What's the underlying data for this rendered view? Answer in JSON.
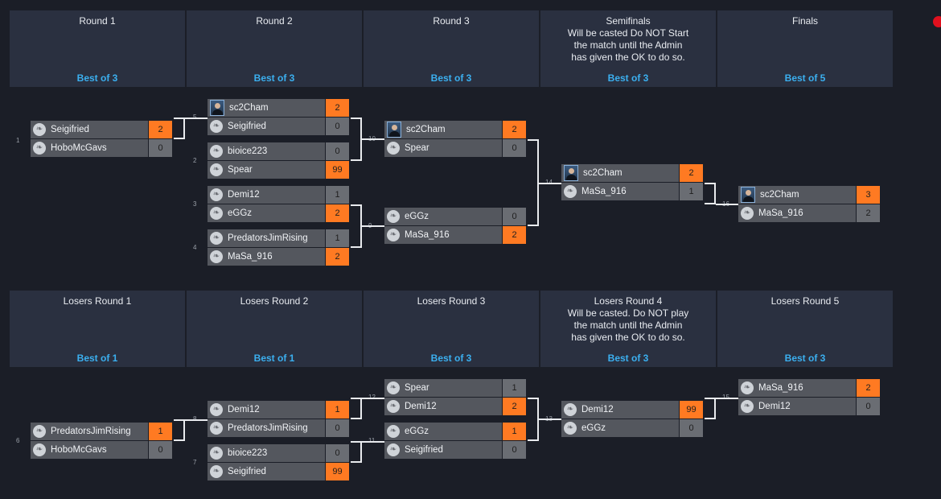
{
  "winners_headers": [
    {
      "title": "Round 1",
      "bo": "Best of 3"
    },
    {
      "title": "Round 2",
      "bo": "Best of 3"
    },
    {
      "title": "Round 3",
      "bo": "Best of 3"
    },
    {
      "title": "Semifinals\nWill be casted Do NOT Start\nthe match until the Admin\nhas given the OK to do so.",
      "bo": "Best of 3"
    },
    {
      "title": "Finals",
      "bo": "Best of 5"
    }
  ],
  "losers_headers": [
    {
      "title": "Losers Round 1",
      "bo": "Best of 1"
    },
    {
      "title": "Losers Round 2",
      "bo": "Best of 1"
    },
    {
      "title": "Losers Round 3",
      "bo": "Best of 3"
    },
    {
      "title": "Losers Round 4\nWill be casted. Do NOT play\nthe match until the Admin\nhas given the OK to do so.",
      "bo": "Best of 3"
    },
    {
      "title": "Losers Round 5",
      "bo": "Best of 3"
    }
  ],
  "matches": [
    {
      "num": "1",
      "p": [
        {
          "name": "Seigifried",
          "score": "2",
          "win": true,
          "icon": "race-icon"
        },
        {
          "name": "HoboMcGavs",
          "score": "0",
          "icon": "race-icon"
        }
      ]
    },
    {
      "num": "5",
      "p": [
        {
          "name": "sc2Cham",
          "score": "2",
          "win": true,
          "icon": "player-avatar"
        },
        {
          "name": "Seigifried",
          "score": "0",
          "icon": "race-icon"
        }
      ]
    },
    {
      "num": "2",
      "p": [
        {
          "name": "bioice223",
          "score": "0",
          "icon": "race-icon"
        },
        {
          "name": "Spear",
          "score": "99",
          "win": true,
          "icon": "race-icon"
        }
      ]
    },
    {
      "num": "3",
      "p": [
        {
          "name": "Demi12",
          "score": "1",
          "icon": "race-icon"
        },
        {
          "name": "eGGz",
          "score": "2",
          "win": true,
          "icon": "race-icon"
        }
      ]
    },
    {
      "num": "4",
      "p": [
        {
          "name": "PredatorsJimRising",
          "score": "1",
          "icon": "race-icon"
        },
        {
          "name": "MaSa_916",
          "score": "2",
          "win": true,
          "icon": "race-icon"
        }
      ]
    },
    {
      "num": "10",
      "p": [
        {
          "name": "sc2Cham",
          "score": "2",
          "win": true,
          "icon": "player-avatar"
        },
        {
          "name": "Spear",
          "score": "0",
          "icon": "race-icon"
        }
      ]
    },
    {
      "num": "9",
      "p": [
        {
          "name": "eGGz",
          "score": "0",
          "icon": "race-icon"
        },
        {
          "name": "MaSa_916",
          "score": "2",
          "win": true,
          "icon": "race-icon"
        }
      ]
    },
    {
      "num": "14",
      "p": [
        {
          "name": "sc2Cham",
          "score": "2",
          "win": true,
          "icon": "player-avatar"
        },
        {
          "name": "MaSa_916",
          "score": "1",
          "icon": "race-icon"
        }
      ]
    },
    {
      "num": "16",
      "p": [
        {
          "name": "sc2Cham",
          "score": "3",
          "win": true,
          "icon": "player-avatar"
        },
        {
          "name": "MaSa_916",
          "score": "2",
          "icon": "race-icon"
        }
      ]
    },
    {
      "num": "6",
      "p": [
        {
          "name": "PredatorsJimRising",
          "score": "1",
          "win": true,
          "icon": "race-icon"
        },
        {
          "name": "HoboMcGavs",
          "score": "0",
          "icon": "race-icon"
        }
      ]
    },
    {
      "num": "8",
      "p": [
        {
          "name": "Demi12",
          "score": "1",
          "win": true,
          "icon": "race-icon"
        },
        {
          "name": "PredatorsJimRising",
          "score": "0",
          "icon": "race-icon"
        }
      ]
    },
    {
      "num": "7",
      "p": [
        {
          "name": "bioice223",
          "score": "0",
          "icon": "race-icon"
        },
        {
          "name": "Seigifried",
          "score": "99",
          "win": true,
          "icon": "race-icon"
        }
      ]
    },
    {
      "num": "12",
      "p": [
        {
          "name": "Spear",
          "score": "1",
          "icon": "race-icon"
        },
        {
          "name": "Demi12",
          "score": "2",
          "win": true,
          "icon": "race-icon"
        }
      ]
    },
    {
      "num": "11",
      "p": [
        {
          "name": "eGGz",
          "score": "1",
          "win": true,
          "icon": "race-icon"
        },
        {
          "name": "Seigifried",
          "score": "0",
          "icon": "race-icon"
        }
      ]
    },
    {
      "num": "13",
      "p": [
        {
          "name": "Demi12",
          "score": "99",
          "win": true,
          "icon": "race-icon"
        },
        {
          "name": "eGGz",
          "score": "0",
          "icon": "race-icon"
        }
      ]
    },
    {
      "num": "15",
      "p": [
        {
          "name": "MaSa_916",
          "score": "2",
          "win": true,
          "icon": "race-icon"
        },
        {
          "name": "Demi12",
          "score": "0",
          "icon": "race-icon"
        }
      ]
    }
  ]
}
